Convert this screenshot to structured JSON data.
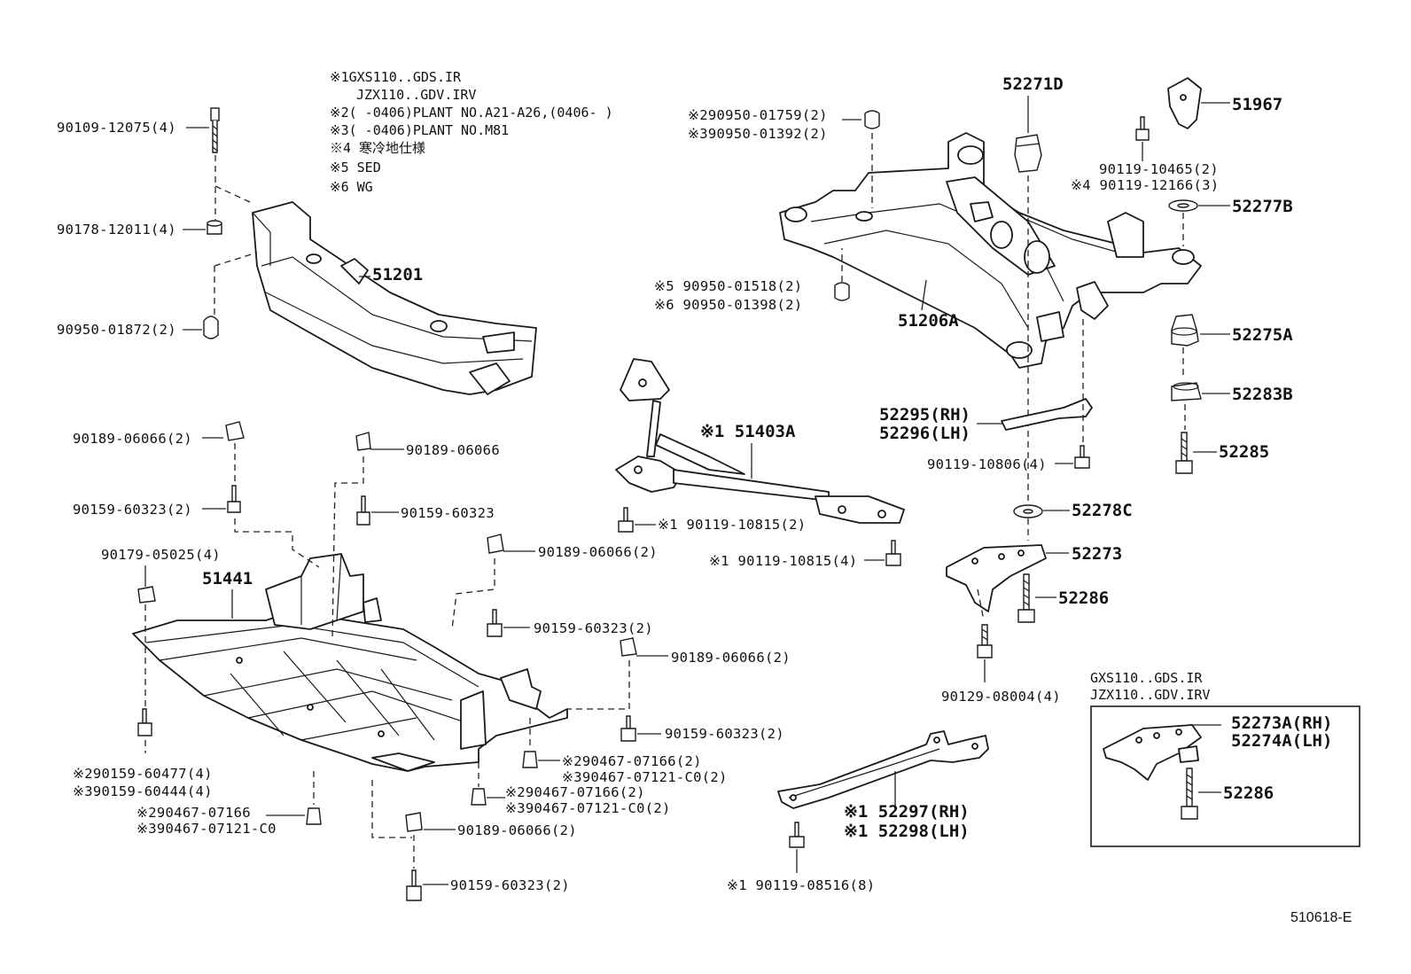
{
  "notes": [
    "※1GXS110..GDS.IR",
    "JZX110..GDV.IRV",
    "※2(      -0406)PLANT NO.A21-A26,(0406-      )",
    "※3(      -0406)PLANT NO.M81",
    "※4 寒冷地仕様",
    "※5 SED",
    "※6 WG"
  ],
  "inset_notes": [
    "GXS110..GDS.IR",
    "JZX110..GDV.IRV"
  ],
  "labels": {
    "p90109_12075": "90109-12075(4)",
    "p90178_12011": "90178-12011(4)",
    "p90950_01872": "90950-01872(2)",
    "p51201": "51201",
    "p90189_06066_2a": "90189-06066(2)",
    "p90159_60323_2a": "90159-60323(2)",
    "p90189_06066_a": "90189-06066",
    "p90159_60323_a": "90159-60323",
    "p90179_05025": "90179-05025(4)",
    "p51441": "51441",
    "p90189_06066_2b": "90189-06066(2)",
    "p90159_60323_2b": "90159-60323(2)",
    "p90189_06066_2c": "90189-06066(2)",
    "p90159_60323_2c": "90159-60323(2)",
    "p90159_60477": "※290159-60477(4)",
    "p90159_60444": "※390159-60444(4)",
    "p90467_07166": "※290467-07166",
    "p90467_07121": "※390467-07121-C0",
    "p90467_07166_2a": "※290467-07166(2)",
    "p90467_07121_2a": "※390467-07121-C0(2)",
    "p90467_07166_2b": "※290467-07166(2)",
    "p90467_07121_2b": "※390467-07121-C0(2)",
    "p90189_06066_2d": "90189-06066(2)",
    "p90159_60323_2d": "90159-60323(2)",
    "p51403A": "※1 51403A",
    "p90119_10815_2": "※1 90119-10815(2)",
    "p90119_10815_4": "※1 90119-10815(4)",
    "p90950_01759": "※290950-01759(2)",
    "p90950_01392": "※390950-01392(2)",
    "p90950_01518": "※5 90950-01518(2)",
    "p90950_01398": "※6 90950-01398(2)",
    "p51206A": "51206A",
    "p52271D": "52271D",
    "p51967": "51967",
    "p90119_10465": "90119-10465(2)",
    "p90119_12166": "※4 90119-12166(3)",
    "p52277B": "52277B",
    "p52275A": "52275A",
    "p52283B": "52283B",
    "p52285": "52285",
    "p52295": "52295(RH)",
    "p52296": "52296(LH)",
    "p90119_10806": "90119-10806(4)",
    "p52278C": "52278C",
    "p52273": "52273",
    "p52286a": "52286",
    "p90129_08004": "90129-08004(4)",
    "p52297": "※1 52297(RH)",
    "p52298": "※1 52298(LH)",
    "p90119_08516": "※1 90119-08516(8)",
    "p52273A": "52273A(RH)",
    "p52274A": "52274A(LH)",
    "p52286b": "52286"
  },
  "diagram_id": "510618-E"
}
